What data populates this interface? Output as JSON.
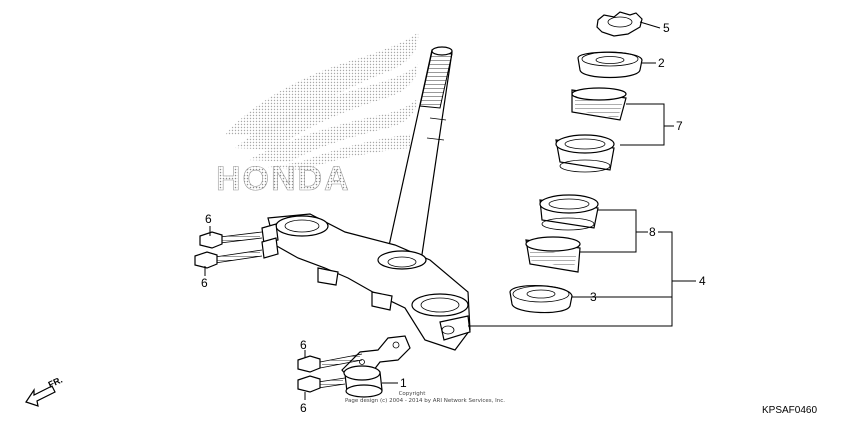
{
  "diagram": {
    "logo_text": "HONDA",
    "catalog_code": "KPSAF0460",
    "direction_label": "FR.",
    "copyright_line1": "Copyright",
    "copyright_line2": "Page design (c) 2004 - 2014 by ARI Network Services, Inc.",
    "callouts": [
      {
        "id": "c1",
        "label": "1"
      },
      {
        "id": "c2",
        "label": "2"
      },
      {
        "id": "c3",
        "label": "3"
      },
      {
        "id": "c4",
        "label": "4"
      },
      {
        "id": "c5",
        "label": "5"
      },
      {
        "id": "c6a",
        "label": "6"
      },
      {
        "id": "c6b",
        "label": "6"
      },
      {
        "id": "c6c",
        "label": "6"
      },
      {
        "id": "c6d",
        "label": "6"
      },
      {
        "id": "c7",
        "label": "7"
      },
      {
        "id": "c8",
        "label": "8"
      }
    ]
  }
}
